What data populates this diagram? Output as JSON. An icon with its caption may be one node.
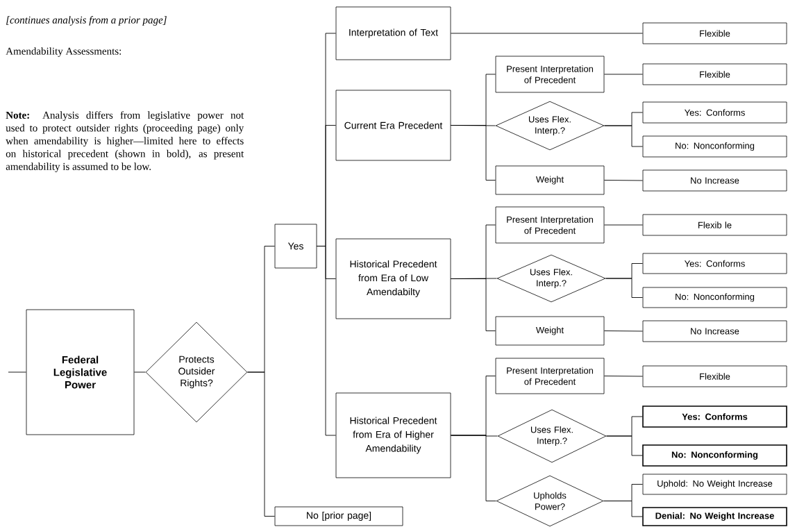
{
  "diagram": {
    "nodes": [
      {
        "text": [
          "Federal Legislative Power"
        ]
      },
      {
        "text": [
          "Protects Outsider Rights?"
        ]
      },
      {
        "text": [
          "Yes"
        ]
      },
      {
        "text": [
          "No [prior page]"
        ]
      },
      {
        "text": [
          "Interpretation of Text"
        ]
      },
      {
        "text": [
          "Current Era Precedent"
        ]
      },
      {
        "text": [
          "Historical Precedent from Era of Low Amendabilty"
        ]
      },
      {
        "text": [
          "Historical Precedent from Era of Higher Amendability"
        ]
      },
      {
        "text": [
          "Flexible"
        ]
      },
      {
        "text": [
          "Present Interpretation of Precedent"
        ]
      },
      {
        "text": [
          "Uses Flex. Interp.?"
        ]
      },
      {
        "text": [
          "Weight"
        ]
      },
      {
        "text": [
          "Flexible"
        ]
      },
      {
        "text": [
          "Yes: Conforms"
        ]
      },
      {
        "text": [
          "No: Nonconforming"
        ]
      },
      {
        "text": [
          "No Increase"
        ]
      },
      {
        "text": [
          "Present Interpretation of Precedent"
        ]
      },
      {
        "text": [
          "Uses Flex. Interp.?"
        ]
      },
      {
        "text": [
          "Weight"
        ]
      },
      {
        "text": [
          "Flexib le"
        ]
      },
      {
        "text": [
          "Yes: Conforms"
        ]
      },
      {
        "text": [
          "No: Nonconforming"
        ]
      },
      {
        "text": [
          "No Increase"
        ]
      },
      {
        "text": [
          "Present Interpretation of Precedent"
        ]
      },
      {
        "text": [
          "Uses Flex. Interp.?"
        ]
      },
      {
        "text": [
          "Upholds Power?"
        ]
      },
      {
        "text": [
          "Flexible"
        ]
      },
      {
        "text": [
          "Yes: Conforms"
        ]
      },
      {
        "text": [
          "No: Nonconforming"
        ]
      },
      {
        "text": [
          "Uphold: No Weight Increase"
        ]
      },
      {
        "text": [
          "Denial: No Weight Increase"
        ]
      }
    ],
    "edges": [
      {
        "from": null,
        "to": 0,
        "arrow": "none"
      },
      {
        "from": 0,
        "to": 1,
        "arrow": "none"
      },
      {
        "from": 1,
        "to": 2,
        "arrow": "none"
      },
      {
        "from": 1,
        "to": 3,
        "arrow": "none"
      },
      {
        "from": 2,
        "to": 4,
        "arrow": "none"
      },
      {
        "from": 2,
        "to": 5,
        "arrow": "none"
      },
      {
        "from": 2,
        "to": 6,
        "arrow": "none"
      },
      {
        "from": 2,
        "to": 7,
        "arrow": "none"
      },
      {
        "from": 4,
        "to": 8,
        "arrow": "none"
      },
      {
        "from": 5,
        "to": 9,
        "arrow": "none"
      },
      {
        "from": 5,
        "to": 10,
        "arrow": "none"
      },
      {
        "from": 5,
        "to": 11,
        "arrow": "none"
      },
      {
        "from": 9,
        "to": 12,
        "arrow": "none"
      },
      {
        "from": 10,
        "to": 13,
        "arrow": "none"
      },
      {
        "from": 10,
        "to": 14,
        "arrow": "none"
      },
      {
        "from": 11,
        "to": 15,
        "arrow": "none"
      },
      {
        "from": 6,
        "to": 16,
        "arrow": "none"
      },
      {
        "from": 6,
        "to": 17,
        "arrow": "none"
      },
      {
        "from": 6,
        "to": 18,
        "arrow": "none"
      },
      {
        "from": 16,
        "to": 19,
        "arrow": "none"
      },
      {
        "from": 17,
        "to": 20,
        "arrow": "none"
      },
      {
        "from": 17,
        "to": 21,
        "arrow": "none"
      },
      {
        "from": 18,
        "to": 22,
        "arrow": "none"
      },
      {
        "from": 7,
        "to": 23,
        "arrow": "none"
      },
      {
        "from": 7,
        "to": 24,
        "arrow": "none"
      },
      {
        "from": 7,
        "to": 25,
        "arrow": "none"
      },
      {
        "from": 23,
        "to": 26,
        "arrow": "none"
      },
      {
        "from": 24,
        "to": 27,
        "arrow": "none"
      },
      {
        "from": 24,
        "to": 28,
        "arrow": "none"
      },
      {
        "from": 25,
        "to": 29,
        "arrow": "none"
      },
      {
        "from": 25,
        "to": 30,
        "arrow": "none"
      }
    ],
    "labels": [
      "[continues analysis from a prior page]",
      "Amendability Assessments:",
      "**Note:** Analysis differs from legislative power not used to protect outsider rights (proceeding page) only when amendability is higher—limited here to effects on historical precedent (shown in bold), as present amendability is assumed to be low."
    ]
  }
}
